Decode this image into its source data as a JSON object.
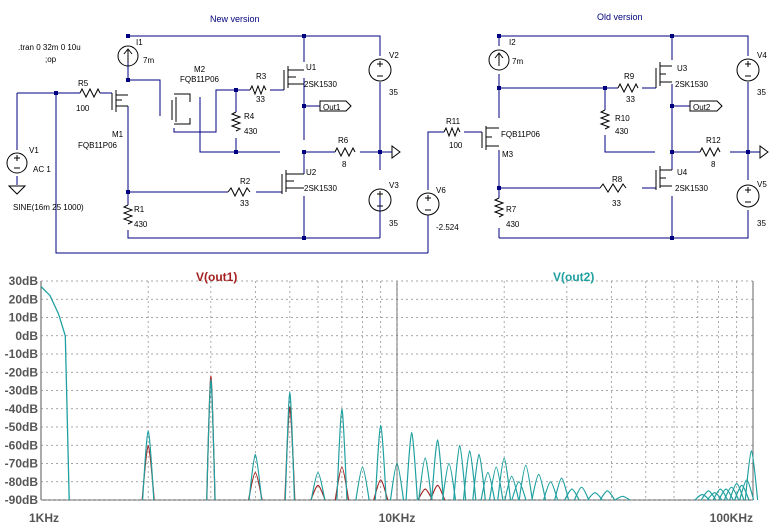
{
  "schematic": {
    "title_new": "New version",
    "title_old": "Old version",
    "directives": [
      ".tran 0 32m 0 10u",
      ";op"
    ],
    "components": [
      {
        "ref": "I1",
        "value": "7m"
      },
      {
        "ref": "V1",
        "value": "AC 1"
      },
      {
        "ref": "V1_src",
        "value": "SINE(16m 25 1000)"
      },
      {
        "ref": "R5",
        "value": "100"
      },
      {
        "ref": "M1",
        "value": "FQB11P06"
      },
      {
        "ref": "M2",
        "value": "FQB11P06"
      },
      {
        "ref": "R3",
        "value": "33"
      },
      {
        "ref": "R4",
        "value": "430"
      },
      {
        "ref": "U1",
        "value": "2SK1530"
      },
      {
        "ref": "V2",
        "value": "35"
      },
      {
        "ref": "R6",
        "value": "8"
      },
      {
        "ref": "R2",
        "value": "33"
      },
      {
        "ref": "U2",
        "value": "2SK1530"
      },
      {
        "ref": "V3",
        "value": "35"
      },
      {
        "ref": "R1",
        "value": "430"
      },
      {
        "ref": "V6",
        "value": "-2.524"
      },
      {
        "ref": "I2",
        "value": "7m"
      },
      {
        "ref": "R11",
        "value": "100"
      },
      {
        "ref": "M3",
        "value": "FQB11P06"
      },
      {
        "ref": "R9",
        "value": "33"
      },
      {
        "ref": "R10",
        "value": "430"
      },
      {
        "ref": "U3",
        "value": "2SK1530"
      },
      {
        "ref": "V4",
        "value": "35"
      },
      {
        "ref": "R12",
        "value": "8"
      },
      {
        "ref": "R8",
        "value": "33"
      },
      {
        "ref": "U4",
        "value": "2SK1530"
      },
      {
        "ref": "V5",
        "value": "35"
      },
      {
        "ref": "R7",
        "value": "430"
      }
    ],
    "net_labels": [
      "Out1",
      "Out2"
    ]
  },
  "chart_data": {
    "type": "line",
    "xscale": "log",
    "xlim": [
      1000,
      100000
    ],
    "ylim": [
      -90,
      30
    ],
    "ytick_step": 10,
    "ytick_unit": "dB",
    "xtick_labels": [
      "1KHz",
      "10KHz",
      "100KHz"
    ],
    "grid": true,
    "colors": {
      "out1": "#a52020",
      "out2": "#20a0a0",
      "grid": "#888888",
      "axes": "#555555"
    },
    "series": [
      {
        "name": "V(out1)",
        "color_key": "out1",
        "peaks": [
          {
            "f": 2000,
            "db": -60
          },
          {
            "f": 3000,
            "db": -22
          },
          {
            "f": 4000,
            "db": -75
          },
          {
            "f": 5000,
            "db": -39
          },
          {
            "f": 6000,
            "db": -82
          },
          {
            "f": 7000,
            "db": -72
          },
          {
            "f": 9000,
            "db": -79
          },
          {
            "f": 12000,
            "db": -84
          },
          {
            "f": 13000,
            "db": -82
          }
        ]
      },
      {
        "name": "V(out2)",
        "color_key": "out2",
        "rolloff": [
          {
            "f": 1000,
            "db": 27
          },
          {
            "f": 1060,
            "db": 22
          },
          {
            "f": 1120,
            "db": 12
          },
          {
            "f": 1170,
            "db": 0
          },
          {
            "f": 1200,
            "db": -90
          }
        ],
        "peaks": [
          {
            "f": 2000,
            "db": -52
          },
          {
            "f": 3000,
            "db": -24
          },
          {
            "f": 4000,
            "db": -65
          },
          {
            "f": 5000,
            "db": -31
          },
          {
            "f": 6000,
            "db": -75
          },
          {
            "f": 7000,
            "db": -40
          },
          {
            "f": 8000,
            "db": -72
          },
          {
            "f": 9000,
            "db": -49
          },
          {
            "f": 10000,
            "db": -70
          },
          {
            "f": 11000,
            "db": -53
          },
          {
            "f": 12000,
            "db": -67
          },
          {
            "f": 13000,
            "db": -57
          },
          {
            "f": 14000,
            "db": -70
          },
          {
            "f": 15000,
            "db": -60
          },
          {
            "f": 16000,
            "db": -63
          },
          {
            "f": 17000,
            "db": -65
          },
          {
            "f": 18000,
            "db": -75
          },
          {
            "f": 19000,
            "db": -72
          },
          {
            "f": 20000,
            "db": -67
          },
          {
            "f": 21000,
            "db": -77
          },
          {
            "f": 22000,
            "db": -80
          },
          {
            "f": 23000,
            "db": -71
          },
          {
            "f": 25000,
            "db": -76
          },
          {
            "f": 27000,
            "db": -80
          },
          {
            "f": 29000,
            "db": -78
          },
          {
            "f": 31000,
            "db": -84
          },
          {
            "f": 33000,
            "db": -83
          },
          {
            "f": 36000,
            "db": -86
          },
          {
            "f": 39000,
            "db": -85
          },
          {
            "f": 43000,
            "db": -88
          },
          {
            "f": 72000,
            "db": -87
          },
          {
            "f": 75000,
            "db": -85
          },
          {
            "f": 78000,
            "db": -86
          },
          {
            "f": 81000,
            "db": -84
          },
          {
            "f": 84000,
            "db": -84
          },
          {
            "f": 87000,
            "db": -83
          },
          {
            "f": 90000,
            "db": -81
          },
          {
            "f": 93000,
            "db": -82
          },
          {
            "f": 96000,
            "db": -79
          },
          {
            "f": 99000,
            "db": -63
          }
        ]
      }
    ]
  }
}
